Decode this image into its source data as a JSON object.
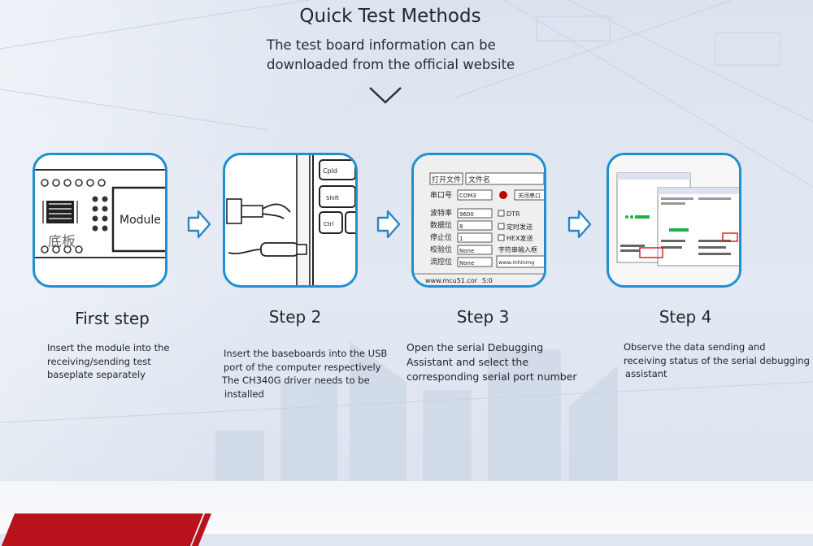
{
  "header": {
    "title": "Quick Test Methods",
    "subtitle_line1": "The test board information can be",
    "subtitle_line2": "downloaded from the official website"
  },
  "cards": {
    "card1": {
      "label_module": "Module",
      "label_base": "底板"
    },
    "card2": {
      "key_cpld": "Cpld",
      "key_shift": "Shift",
      "key_ctrl": "Ctrl"
    },
    "card3": {
      "btn_open": "打开文件",
      "file_name": "文件名",
      "port_label": "串口号",
      "port_value": "COM3",
      "close_port": "关闭串口",
      "baud_label": "波特率",
      "baud_value": "9600",
      "data_label": "数据位",
      "data_value": "8",
      "stop_label": "停止位",
      "stop_value": "1",
      "parity_label": "校验位",
      "parity_value": "None",
      "flow_label": "流控位",
      "flow_value": "None",
      "dtr": "DTR",
      "timed_send": "定时发送",
      "hex_send": "HEX发送",
      "input_hint": "字符串输入框",
      "input_value": "www.mhinmg",
      "status_site": "www.mcu51.cor",
      "status_s": "S:0"
    }
  },
  "steps": [
    {
      "title": "First step",
      "lines": [
        "Insert the module into the",
        "receiving/sending test",
        "baseplate separately"
      ]
    },
    {
      "title": "Step 2",
      "lines": [
        "Insert the baseboards into the USB",
        "port of the computer respectively",
        "The CH340G driver needs to be",
        "installed"
      ]
    },
    {
      "title": "Step 3",
      "lines": [
        "Open the serial Debugging",
        "Assistant and select the",
        "corresponding serial port number"
      ]
    },
    {
      "title": "Step 4",
      "lines": [
        "Observe the data sending and",
        "receiving status of the serial debugging",
        "assistant"
      ]
    }
  ],
  "colors": {
    "card_border": "#1e8fd1",
    "arrow": "#2a86c8",
    "banner": "#b8121c"
  }
}
